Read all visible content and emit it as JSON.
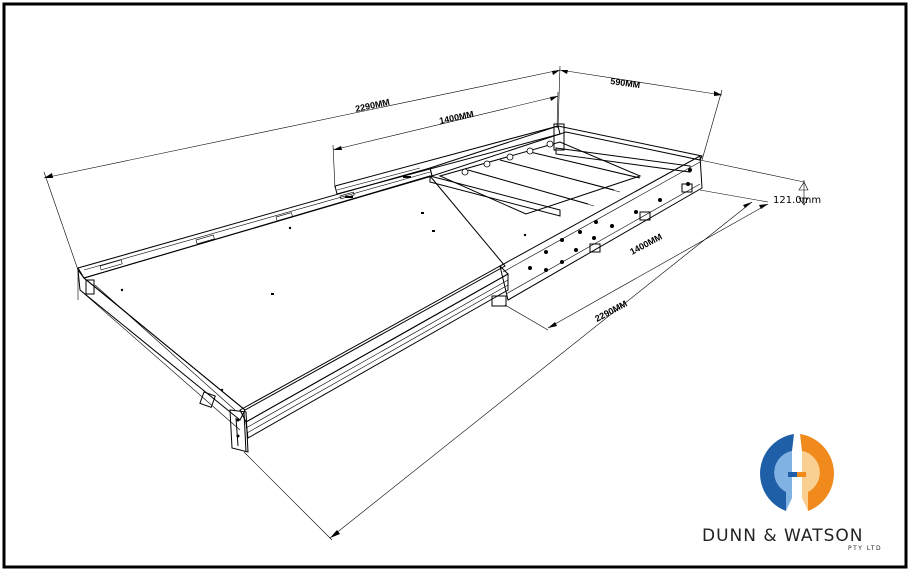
{
  "dimensions": {
    "overall_length_top": "2290MM",
    "slide_length_top": "1400MM",
    "width": "590MM",
    "height": "121.0mm",
    "slide_length_side": "1400MM",
    "overall_length_side": "2290MM"
  },
  "brand": {
    "name": "DUNN & WATSON",
    "suffix": "PTY LTD"
  },
  "colors": {
    "logo_blue": "#1f5fa8",
    "logo_orange": "#f08a1c"
  }
}
